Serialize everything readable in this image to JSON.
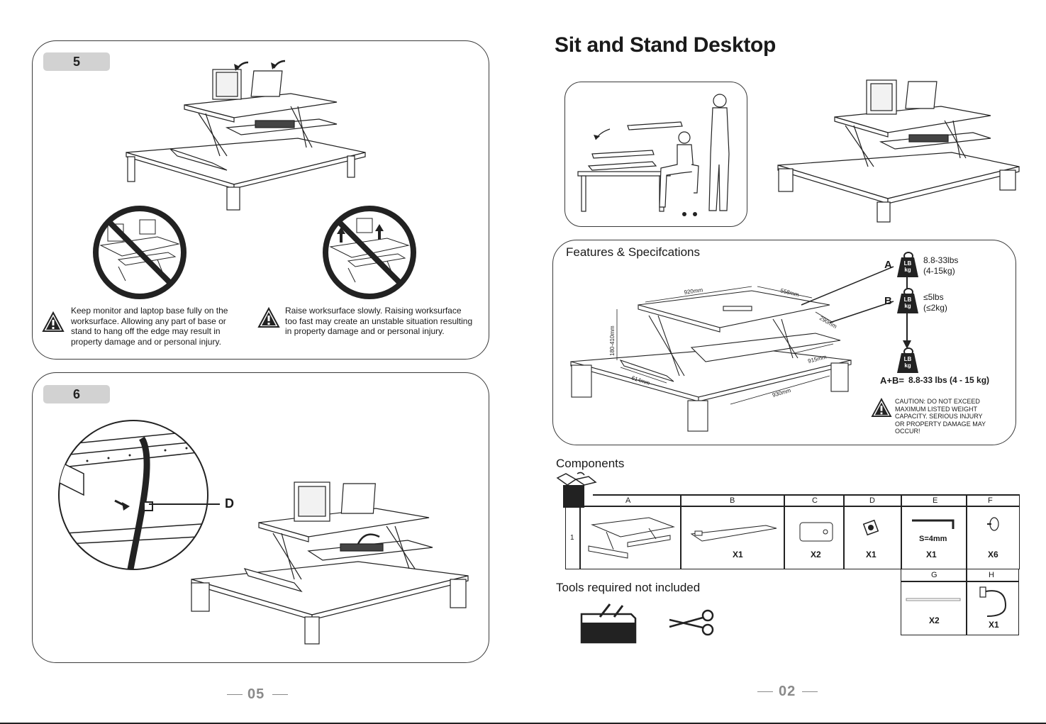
{
  "left_page": {
    "step5": {
      "badge": "5",
      "warning_left": "Keep monitor and laptop base fully on the\nworksurface. Allowing any part of base or\nstand to hang off the edge may result in\nproperty damage and or personal injury.",
      "warning_right": "Raise worksurface slowly. Raising worksurface\ntoo fast may create an unstable situation resulting\nin property damage and or personal injury."
    },
    "step6": {
      "badge": "6",
      "callout": "D"
    },
    "page_number": "05"
  },
  "right_page": {
    "title": "Sit and Stand Desktop",
    "features": {
      "heading": "Features & Specifcations",
      "dimensions": {
        "top_width": "920mm",
        "top_depth": "558mm",
        "keyboard_depth": "290mm",
        "height": "180-410mm",
        "base_depth": "614mm",
        "keyboard_width": "915mm",
        "base_width": "930mm"
      },
      "weight_a": {
        "label": "A",
        "lb": "LB",
        "kg": "kg",
        "text": "8.8-33lbs\n(4-15kg)"
      },
      "weight_b": {
        "label": "B",
        "lb": "LB",
        "kg": "kg",
        "text": "≤5lbs\n(≤2kg)"
      },
      "weight_total": {
        "lb": "LB",
        "kg": "kg",
        "label": "A+B=",
        "text": "8.8-33 lbs (4 - 15 kg)"
      },
      "caution": "CAUTION:  DO NOT EXCEED\nMAXIMUM LISTED WEIGHT\nCAPACITY. SERIOUS INJURY\nOR PROPERTY DAMAGE MAY\nOCCUR!"
    },
    "components": {
      "heading": "Components",
      "row_number": "1",
      "columns": [
        "A",
        "B",
        "C",
        "D",
        "E",
        "F"
      ],
      "quantities": {
        "B": "X1",
        "C": "X2",
        "D": "X1",
        "E": "X1",
        "F": "X6"
      },
      "e_size": "S=4mm",
      "extra_columns": [
        "G",
        "H"
      ],
      "extra_quantities": {
        "G": "X2",
        "H": "X1"
      }
    },
    "tools": {
      "heading": "Tools required not included"
    },
    "page_number": "02"
  }
}
